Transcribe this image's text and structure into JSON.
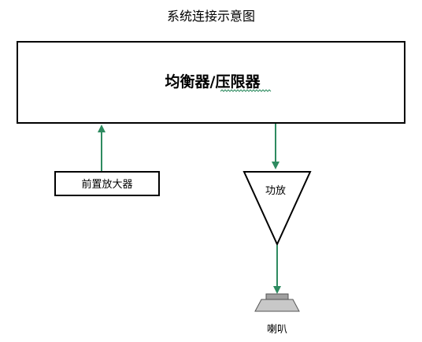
{
  "diagram": {
    "title": "系统连接示意图",
    "nodes": {
      "processor": {
        "label": "均衡器/压限器"
      },
      "preamp": {
        "label": "前置放大器"
      },
      "amplifier": {
        "label": "功放"
      },
      "speaker": {
        "label": "喇叭"
      }
    },
    "edges": [
      {
        "from": "preamp",
        "to": "processor"
      },
      {
        "from": "processor",
        "to": "amplifier"
      },
      {
        "from": "amplifier",
        "to": "speaker"
      }
    ],
    "colors": {
      "arrow": "#2e8b60",
      "stroke": "#000000",
      "speaker_fill": "#c8c8c8",
      "speaker_top": "#a0a0a0",
      "squiggle": "#2e8b60"
    }
  }
}
